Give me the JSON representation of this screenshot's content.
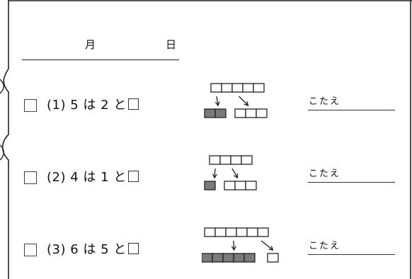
{
  "header": {
    "month_label": "月",
    "day_label": "日"
  },
  "problems": [
    {
      "number": "(1)",
      "a": "5",
      "wa": "は",
      "b": "2",
      "to": "と",
      "top_blocks": 5,
      "left_blocks": 2,
      "left_shaded": 2,
      "right_blocks": 3,
      "right_shaded": 0,
      "answer_label": "こたえ"
    },
    {
      "number": "(2)",
      "a": "4",
      "wa": "は",
      "b": "1",
      "to": "と",
      "top_blocks": 4,
      "left_blocks": 1,
      "left_shaded": 1,
      "right_blocks": 3,
      "right_shaded": 0,
      "answer_label": "こたえ"
    },
    {
      "number": "(3)",
      "a": "6",
      "wa": "は",
      "b": "5",
      "to": "と",
      "top_blocks": 6,
      "left_blocks": 5,
      "left_shaded": 5,
      "right_blocks": 1,
      "right_shaded": 0,
      "answer_label": "こたえ"
    }
  ],
  "colors": {
    "shade": "#7a7a7a",
    "line": "#222222"
  }
}
